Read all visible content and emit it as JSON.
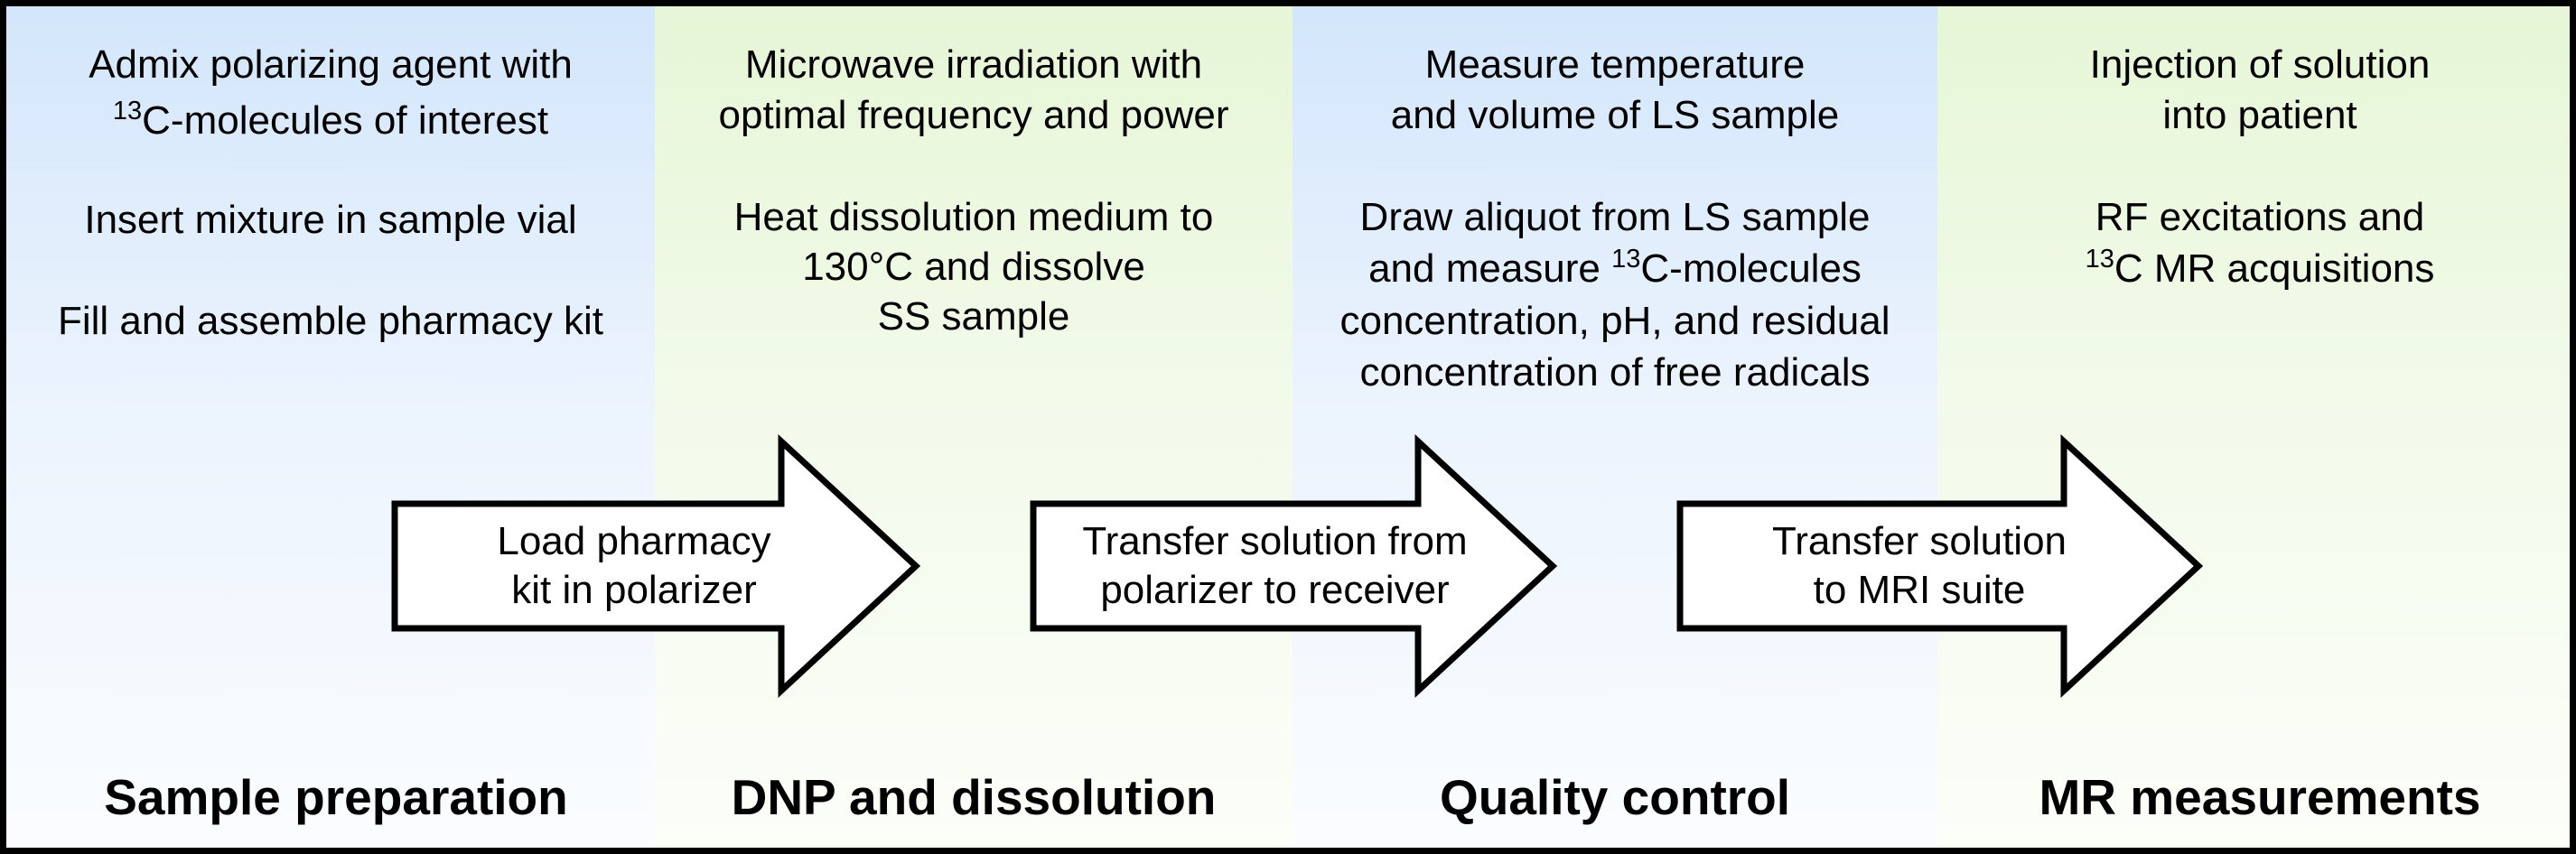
{
  "colors": {
    "panel_blue": "#d3e6fb",
    "panel_green": "#e6f6d6",
    "border": "#000000",
    "arrow_fill": "#ffffff"
  },
  "phases": [
    {
      "title": "Sample preparation",
      "steps": [
        {
          "pre": "Admix polarizing agent with"
        },
        {
          "sup": "13",
          "post": "C-molecules of interest"
        },
        {
          "pre": "Insert mixture in sample vial"
        },
        {
          "pre": "Fill and assemble pharmacy kit"
        }
      ]
    },
    {
      "title": "DNP and dissolution",
      "steps": [
        {
          "pre": "Microwave irradiation with"
        },
        {
          "pre": "optimal frequency and power"
        },
        {
          "pre": "Heat dissolution medium to"
        },
        {
          "pre": "130°C and dissolve"
        },
        {
          "pre": "SS sample"
        }
      ]
    },
    {
      "title": "Quality control",
      "steps": [
        {
          "pre": "Measure temperature"
        },
        {
          "pre": "and volume of LS sample"
        },
        {
          "pre": "Draw aliquot from LS sample"
        },
        {
          "pre": "and measure ",
          "sup": "13",
          "post": "C-molecules"
        },
        {
          "pre": "concentration, pH, and residual"
        },
        {
          "pre": "concentration of free radicals"
        }
      ]
    },
    {
      "title": "MR measurements",
      "steps": [
        {
          "pre": "Injection of solution"
        },
        {
          "pre": "into patient"
        },
        {
          "pre": "RF excitations and"
        },
        {
          "sup": "13",
          "post": "C MR acquisitions"
        }
      ]
    }
  ],
  "arrows": [
    {
      "line1": "Load pharmacy",
      "line2": "kit in polarizer"
    },
    {
      "line1": "Transfer solution from",
      "line2": "polarizer to receiver"
    },
    {
      "line1": "Transfer solution",
      "line2": "to MRI suite"
    }
  ]
}
